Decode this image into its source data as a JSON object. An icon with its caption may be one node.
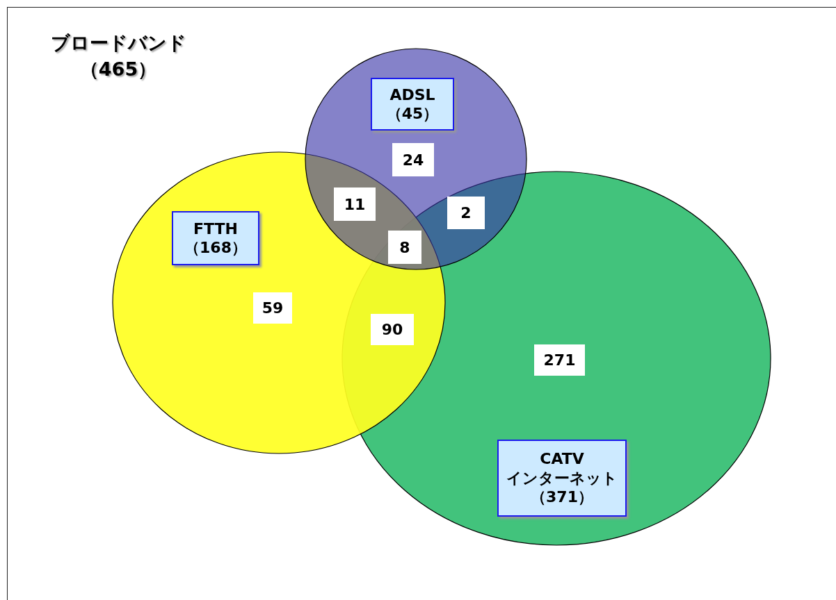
{
  "diagram": {
    "nodes": [
      {
        "text": [
          "ブロードバンド（465）"
        ]
      },
      {
        "text": [],
        "shape": "circle",
        "in": 0
      },
      {
        "text": [
          "ADSL （45）"
        ],
        "in": 1
      },
      {
        "text": [
          "24"
        ],
        "in": 1
      },
      {
        "text": [],
        "shape": "circle",
        "in": 0
      },
      {
        "text": [
          "FTTH （168）"
        ],
        "in": 4
      },
      {
        "text": [
          "11"
        ]
      },
      {
        "text": [
          "2"
        ]
      },
      {
        "text": [
          "8"
        ]
      },
      {
        "text": [
          "59"
        ],
        "in": 4
      },
      {
        "text": [
          "90"
        ]
      },
      {
        "text": [],
        "shape": "circle",
        "in": 0
      },
      {
        "text": [
          "271"
        ],
        "in": 11
      },
      {
        "text": [
          "CATV インターネット（371）"
        ],
        "in": 11
      }
    ],
    "edges": []
  }
}
